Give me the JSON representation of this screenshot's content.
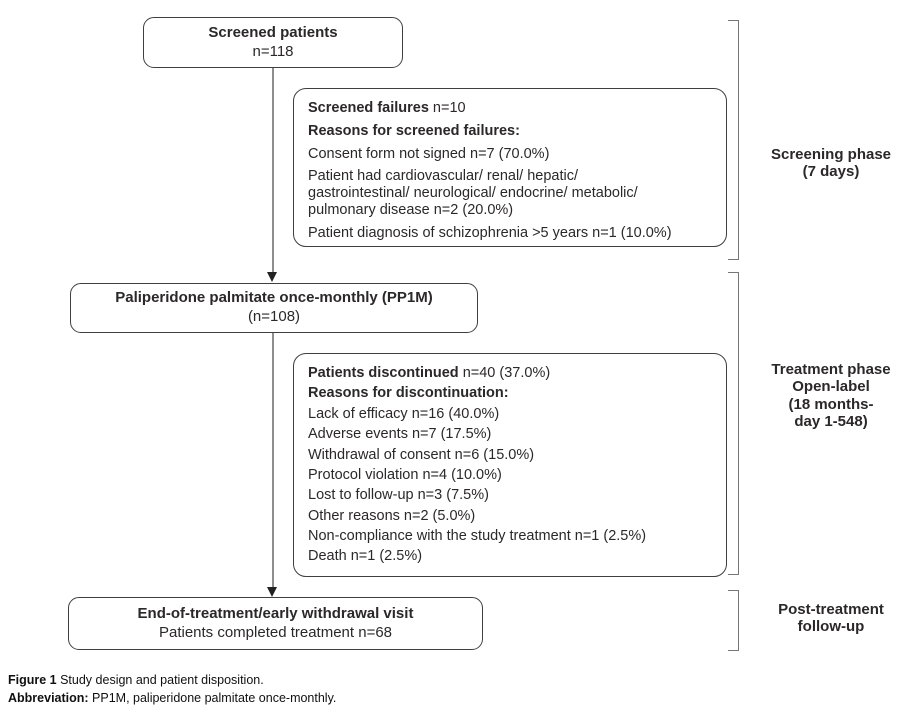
{
  "boxes": {
    "screened": {
      "title": "Screened patients",
      "subtitle": "n=118"
    },
    "pp1m": {
      "title": "Paliperidone palmitate once-monthly (PP1M)",
      "subtitle": "(n=108)"
    },
    "end": {
      "title": "End-of-treatment/early withdrawal visit",
      "subtitle": "Patients completed treatment n=68"
    },
    "failures": {
      "header_bold": "Screened failures",
      "header_rest": " n=10",
      "reasons_title": "Reasons for screened failures:",
      "reasons": [
        "Consent form not signed n=7 (70.0%)",
        "Patient had cardiovascular/ renal/ hepatic/ gastrointestinal/ neurological/ endocrine/ metabolic/ pulmonary disease n=2 (20.0%)",
        "Patient diagnosis of schizophrenia >5 years n=1 (10.0%)"
      ]
    },
    "discontinued": {
      "header_bold": "Patients discontinued",
      "header_rest": " n=40 (37.0%)",
      "reasons_title": "Reasons for discontinuation:",
      "reasons": [
        "Lack of efficacy n=16 (40.0%)",
        "Adverse events n=7 (17.5%)",
        "Withdrawal of consent n=6 (15.0%)",
        "Protocol violation n=4 (10.0%)",
        "Lost to follow-up n=3 (7.5%)",
        "Other reasons n=2 (5.0%)",
        "Non-compliance with the study treatment n=1 (2.5%)",
        "Death n=1 (2.5%)"
      ]
    }
  },
  "phases": [
    {
      "lines": [
        "Screening phase",
        "(7 days)"
      ]
    },
    {
      "lines": [
        "Treatment phase",
        "Open-label",
        "(18 months-",
        "day 1-548)"
      ]
    },
    {
      "lines": [
        "Post-treatment",
        "follow-up"
      ]
    }
  ],
  "caption": {
    "figure_label": "Figure 1",
    "figure_text": " Study design and patient disposition.",
    "abbrev_label": "Abbreviation:",
    "abbrev_text": " PP1M, paliperidone palmitate once-monthly."
  },
  "colors": {
    "background": "#ffffff",
    "text": "#2b2829",
    "box_border": "#413e3f",
    "bracket": "#767676",
    "arrow_line": "#8e8e8e",
    "arrow_head": "#242122"
  }
}
